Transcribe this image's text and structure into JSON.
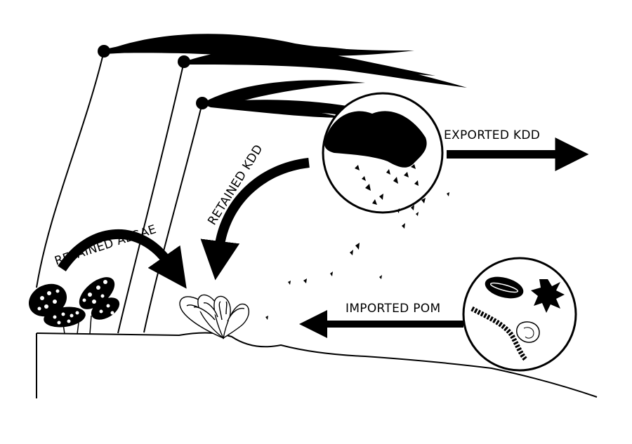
{
  "diagram": {
    "labels": {
      "retained_algae": "RETAINED ALGAE",
      "retained_kdd": "RETAINED KDD",
      "exported_kdd": "EXPORTED KDD",
      "imported_pom": "IMPORTED POM"
    }
  }
}
